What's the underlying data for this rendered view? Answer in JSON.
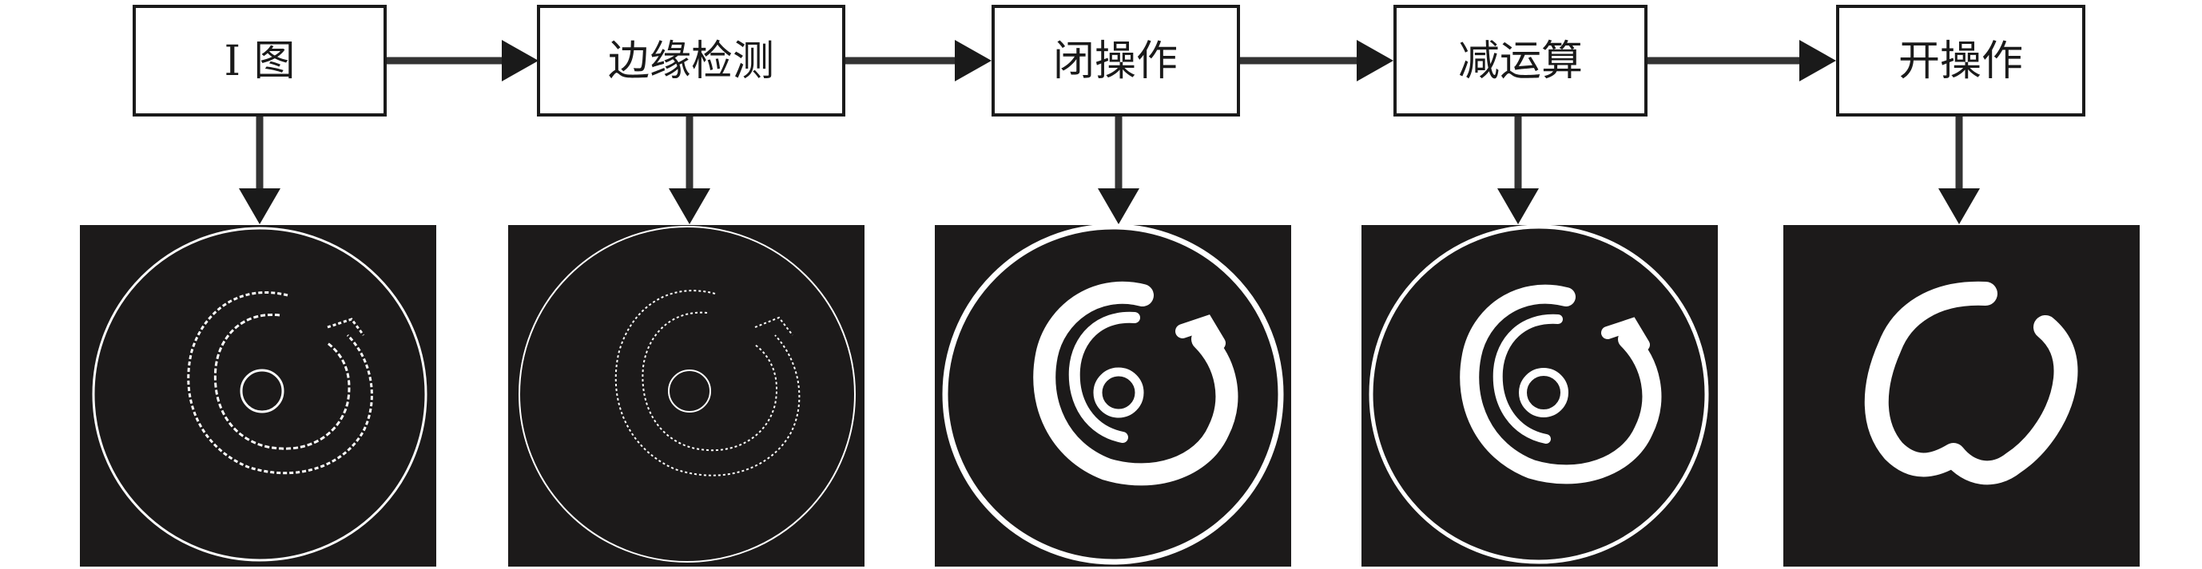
{
  "steps": [
    {
      "label": "I 图",
      "panel": "i-image"
    },
    {
      "label": "边缘检测",
      "panel": "edge-detection"
    },
    {
      "label": "闭操作",
      "panel": "closing"
    },
    {
      "label": "减运算",
      "panel": "subtraction"
    },
    {
      "label": "开操作",
      "panel": "opening"
    }
  ],
  "colors": {
    "panel_background": "#1c1a1a",
    "foreground": "#ffffff",
    "box_stroke": "#1a1a1a",
    "connector": "#333333"
  }
}
